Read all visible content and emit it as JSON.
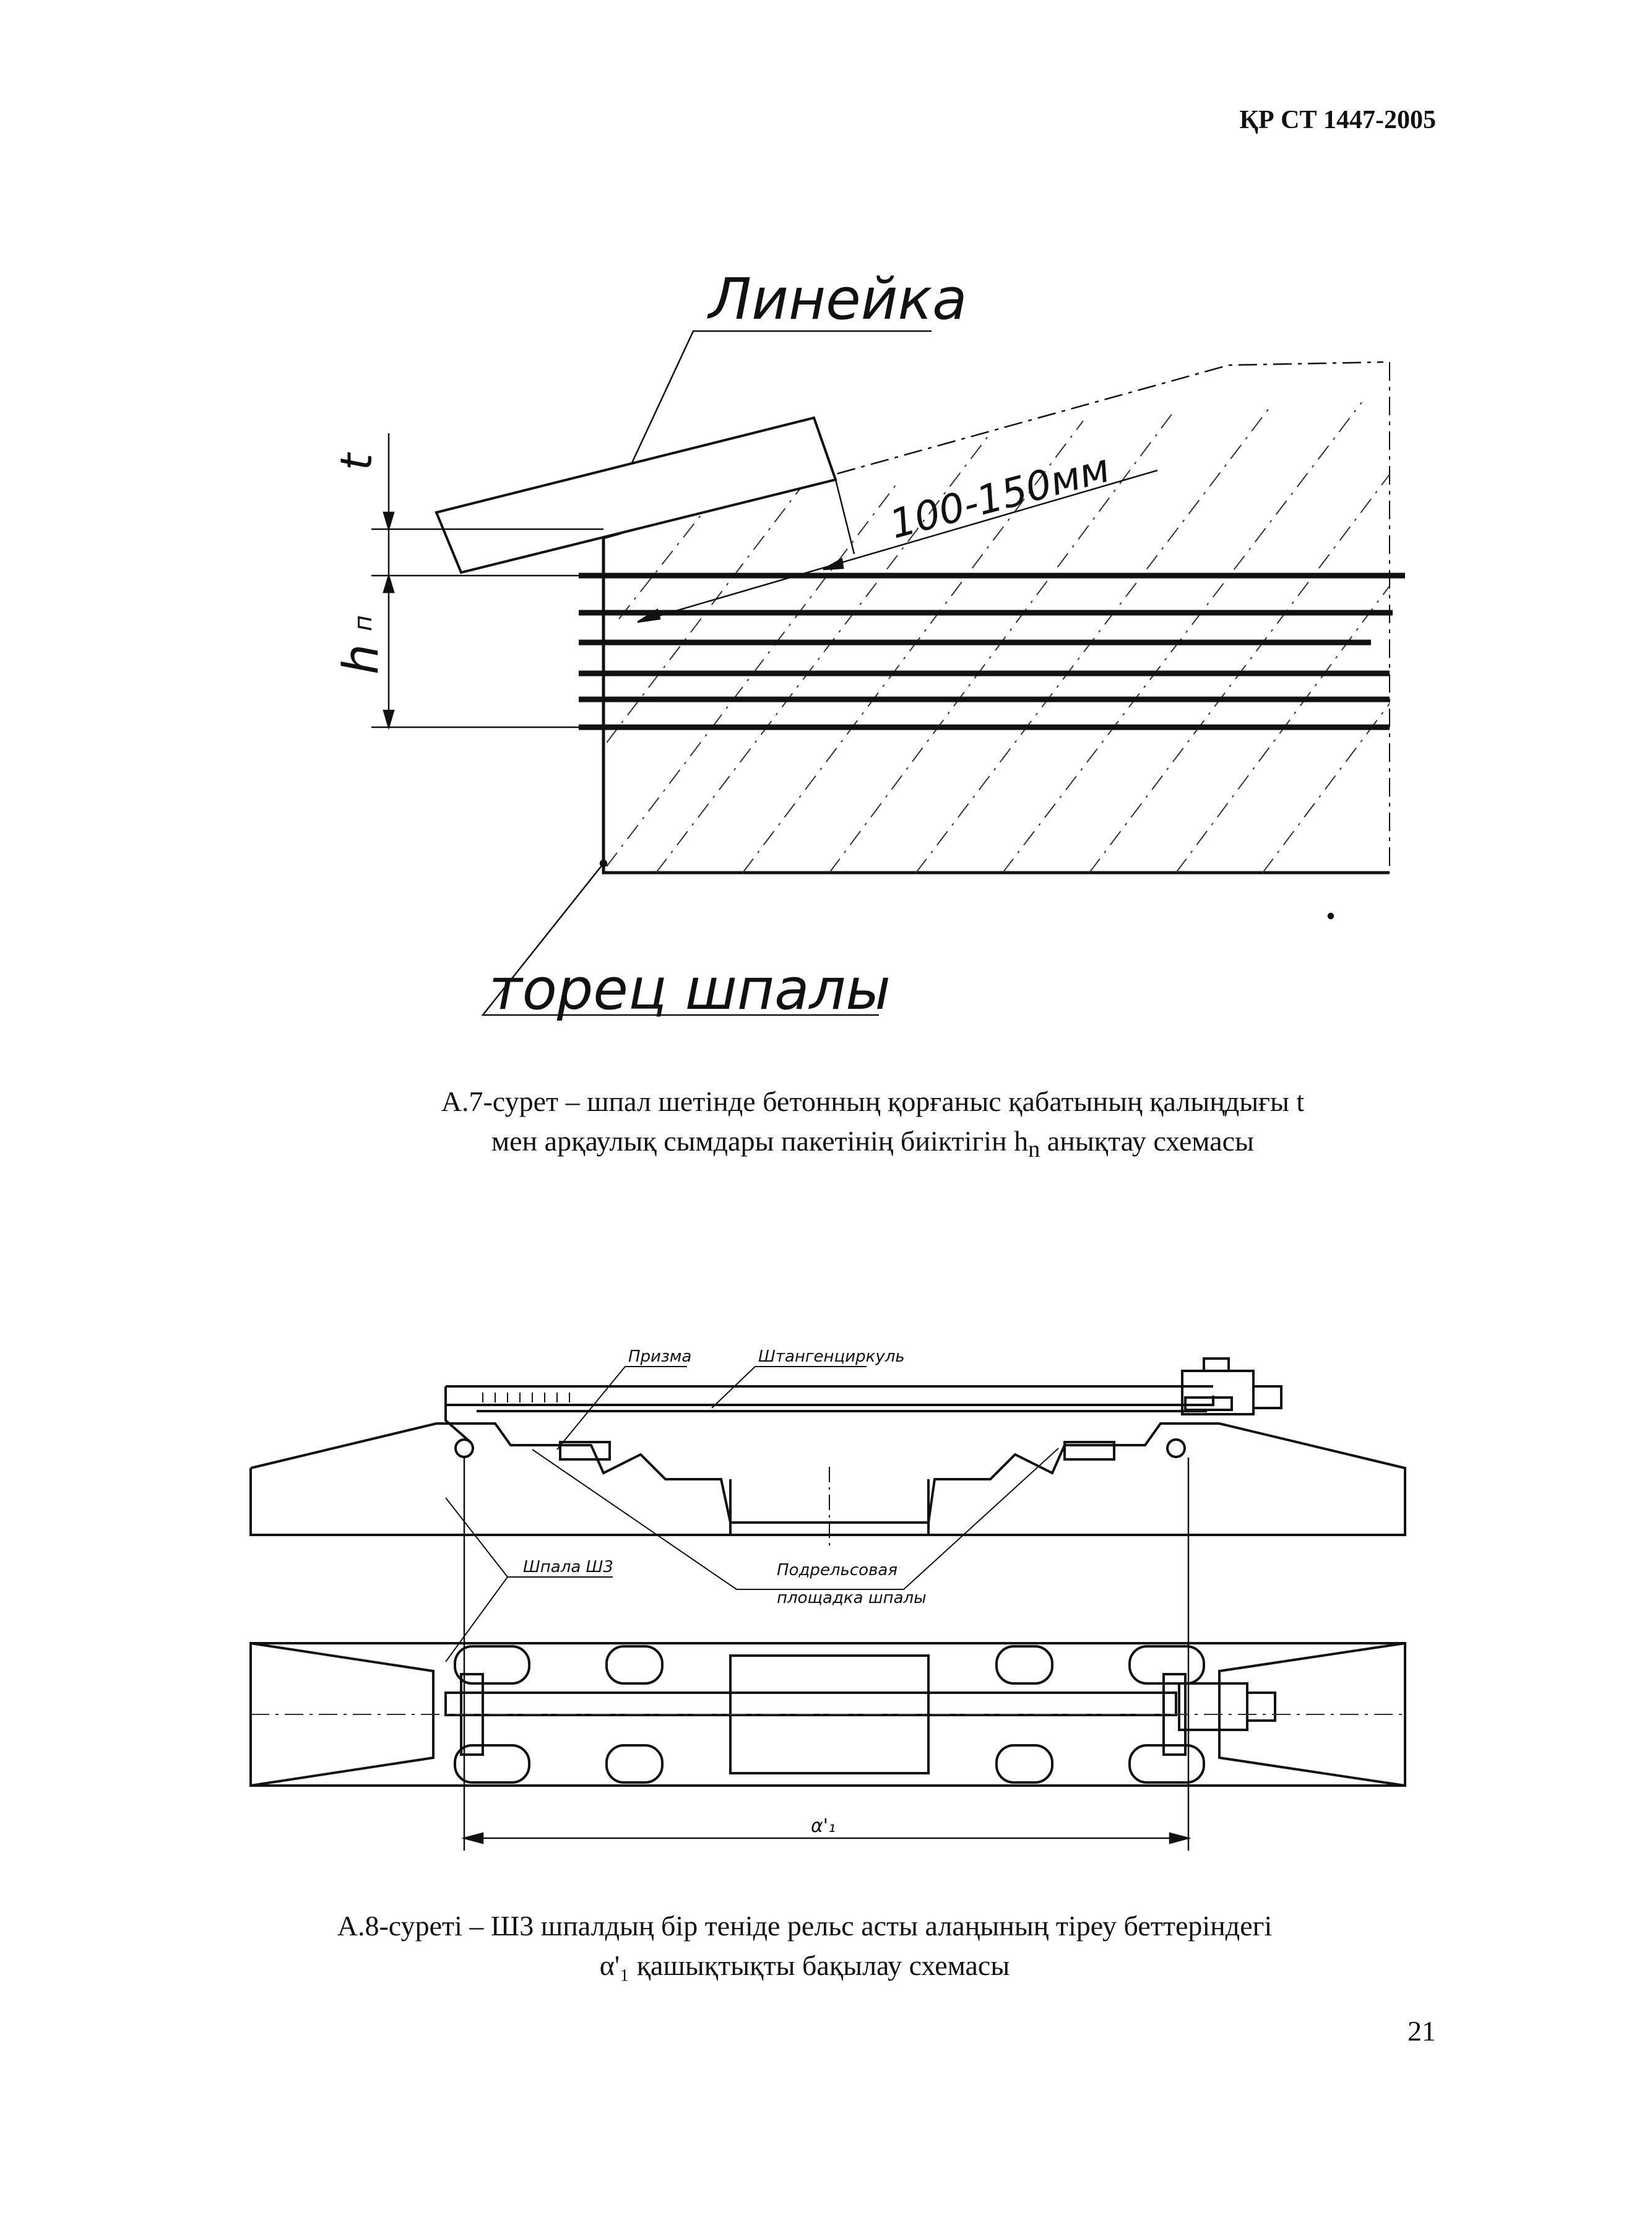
{
  "header": {
    "doc_code": "ҚР СТ 1447-2005"
  },
  "figure_a7": {
    "label_ruler": "Линейка",
    "label_range": "100-150мм",
    "label_t": "t",
    "label_hn": "h",
    "label_hn_sub": "п",
    "label_end": "торец шпалы",
    "caption_line1": "А.7-сурет – шпал шетінде бетонның қорғаныс қабатының қалыңдығы t",
    "caption_line2_pre": "мен арқаулық сымдары пакетінің биіктігін h",
    "caption_line2_sub": "n",
    "caption_line2_post": " анықтау схемасы"
  },
  "figure_a8": {
    "label_prism": "Призма",
    "label_caliper": "Штангенциркуль",
    "label_sleeper": "Шпала Ш3",
    "label_pad_1": "Подрельсовая",
    "label_pad_2": "площадка шпалы",
    "label_dim": "α'₁",
    "caption_line1": "А.8-суреті – Ш3 шпалдың бір теніде рельс асты алаңының тіреу беттеріндегі",
    "caption_line2": "α'₁ қашықтықты бақылау схемасы"
  },
  "page": {
    "number": "21"
  }
}
